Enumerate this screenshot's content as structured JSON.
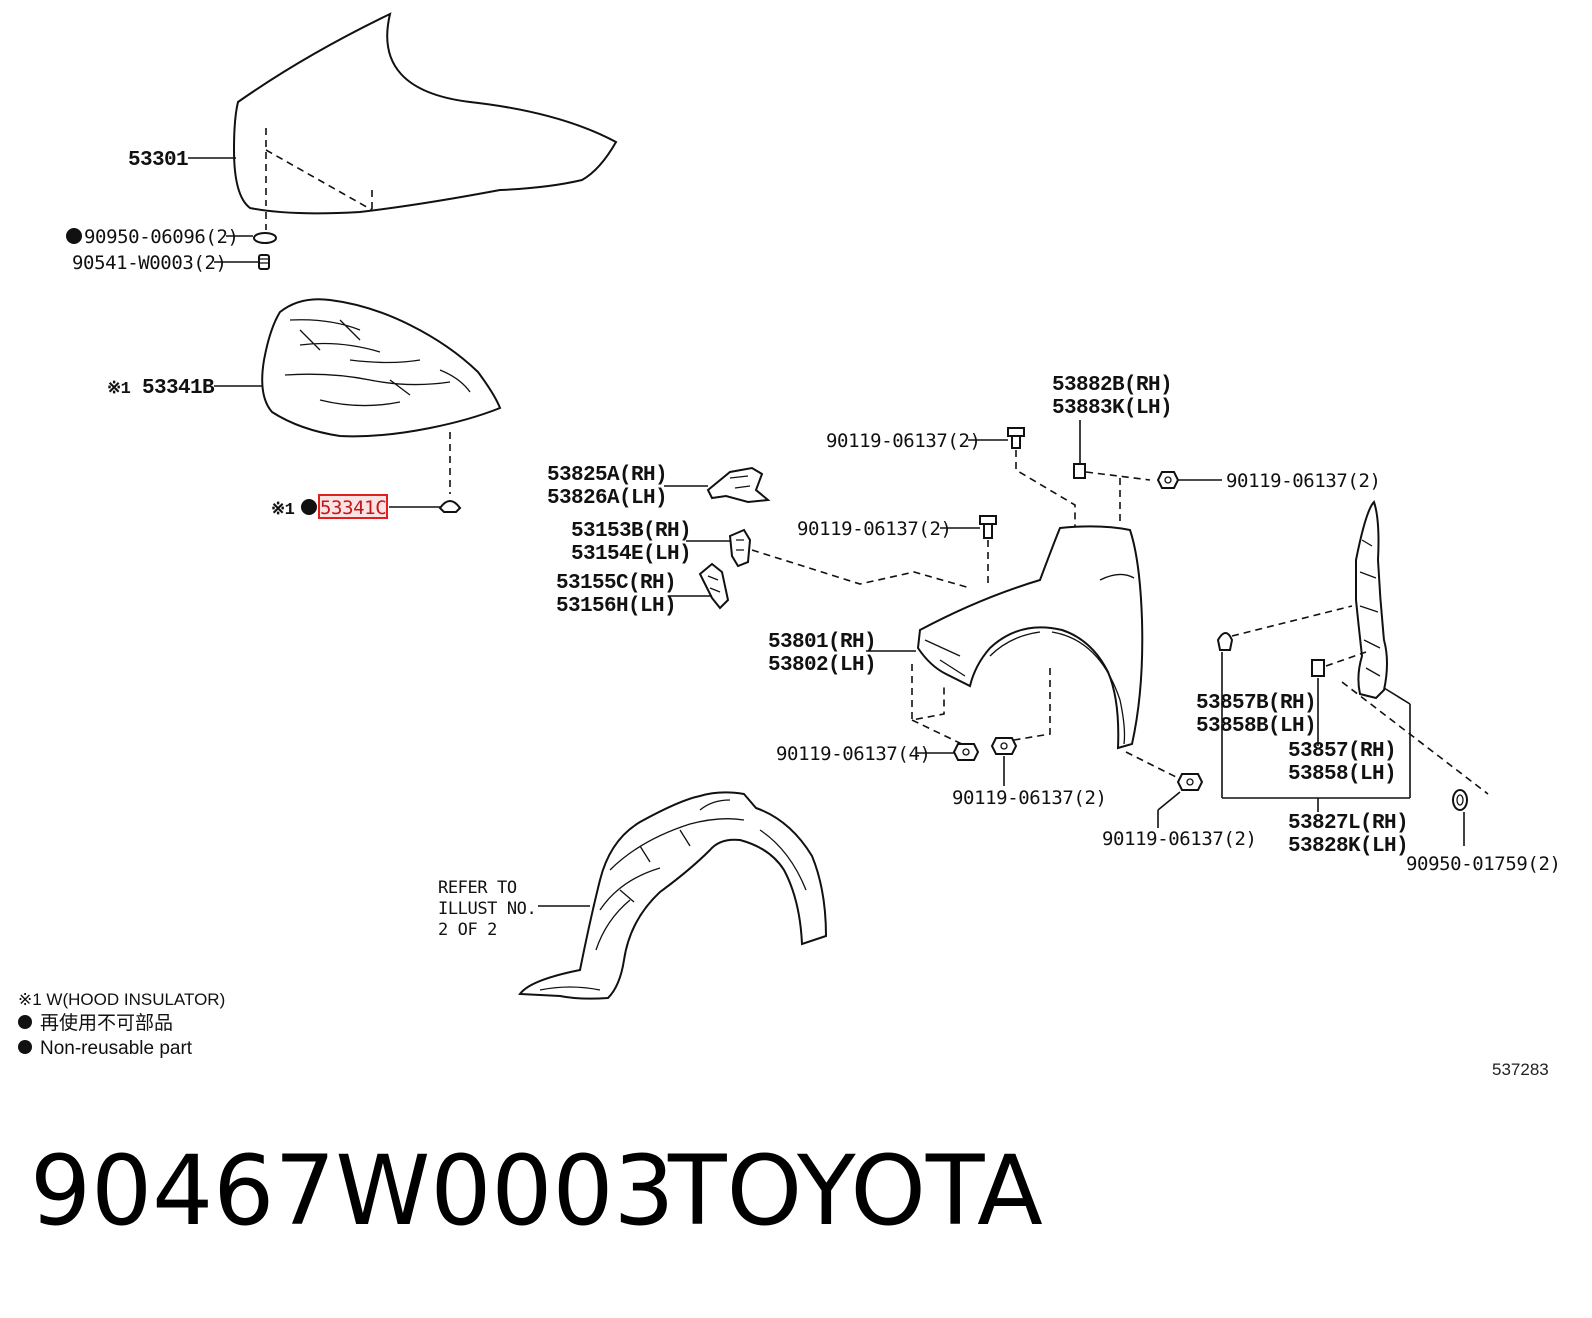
{
  "parts": {
    "hood": "53301",
    "grommet": "90950-06096(2)",
    "cushion": "90541-W0003(2)",
    "insulator_mark": "※1",
    "insulator": "53341B",
    "retainer_mark": "※1",
    "retainer": "53341C",
    "rear_bracket_rh": "53882B(RH)",
    "rear_bracket_lh": "53883K(LH)",
    "bolt_top": "90119-06137(2)",
    "bolt_right": "90119-06137(2)",
    "bolt_mid": "90119-06137(2)",
    "bracket_a_rh": "53825A(RH)",
    "bracket_a_lh": "53826A(LH)",
    "bracket_b_rh": "53153B(RH)",
    "bracket_b_lh": "53154E(LH)",
    "bracket_c_rh": "53155C(RH)",
    "bracket_c_lh": "53156H(LH)",
    "fender_rh": "53801(RH)",
    "fender_lh": "53802(LH)",
    "bolt_low4": "90119-06137(4)",
    "bolt_low2": "90119-06137(2)",
    "bolt_arch": "90119-06137(2)",
    "seal_b_rh": "53857B(RH)",
    "seal_b_lh": "53858B(LH)",
    "seal_rh": "53857(RH)",
    "seal_lh": "53858(LH)",
    "seal_l_rh": "53827L(RH)",
    "seal_l_lh": "53828K(LH)",
    "grommet_right": "90950-01759(2)",
    "refer_line1": "REFER TO",
    "refer_line2": "ILLUST NO.",
    "refer_line3": "2 OF 2"
  },
  "legend": {
    "line1": "※1 W(HOOD INSULATOR)",
    "line2": "再使用不可部品",
    "line3": "Non-reusable part"
  },
  "diagram_id": "537283",
  "caption": {
    "part_number": "90467W0003",
    "brand": "TOYOTA"
  },
  "colors": {
    "highlight": "#e02020",
    "highlight_fill": "#fbe3e3",
    "ink": "#111111"
  }
}
